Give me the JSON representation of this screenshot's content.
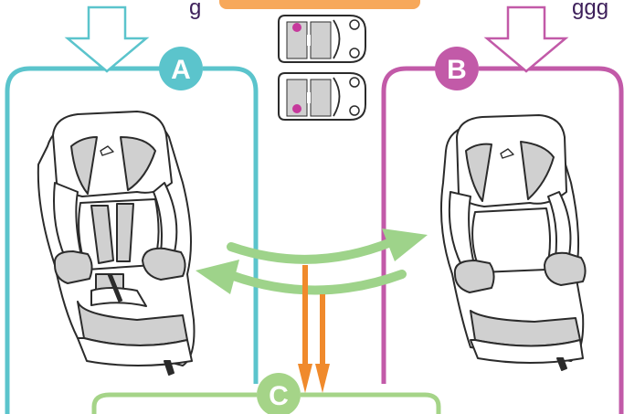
{
  "panels": {
    "a": {
      "badge": "A",
      "color": "#5bc4cc",
      "mode": "harness-seat"
    },
    "b": {
      "badge": "B",
      "color": "#c25aa8",
      "mode": "high-back-booster"
    },
    "c": {
      "badge": "C",
      "color": "#a5d488"
    }
  },
  "colors": {
    "orange": "#f08a2c",
    "green_arrow": "#9ed38a",
    "magenta_dot": "#c6399c",
    "seat_shade": "#d0d0d0",
    "outline": "#2b2b2b"
  },
  "car_icons": [
    {
      "name": "car-seat-position-rear-left",
      "highlight": "rear-left"
    },
    {
      "name": "car-seat-position-rear-right",
      "highlight": "rear-right"
    }
  ],
  "top_text_fragments": {
    "left": "g",
    "right": "ggg"
  },
  "icons": [
    "down-arrow-icon",
    "car-top-view-icon",
    "child-car-seat-icon",
    "booster-seat-icon",
    "swap-arrows-icon"
  ]
}
